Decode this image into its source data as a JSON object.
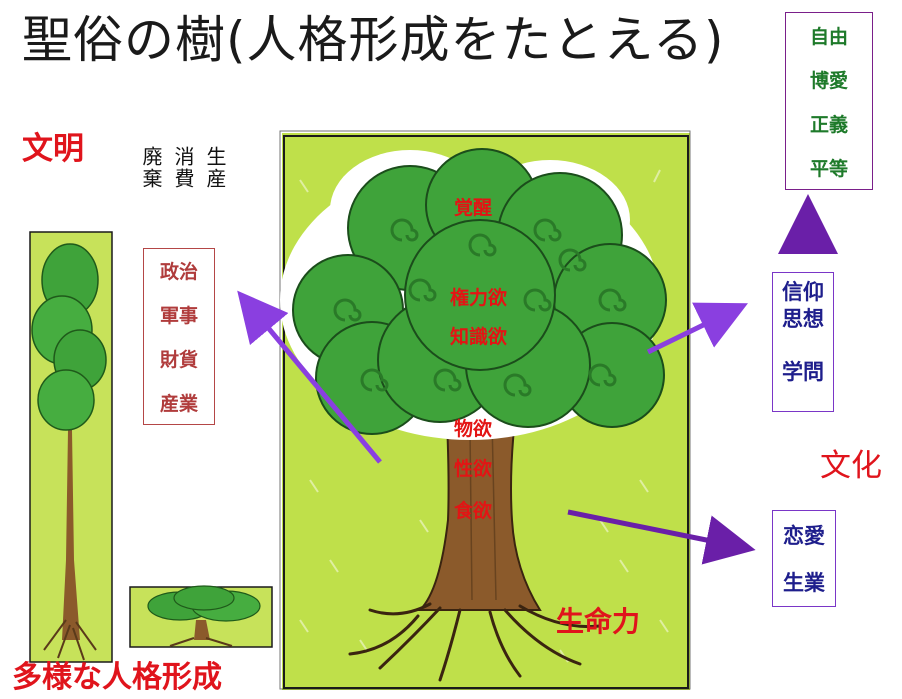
{
  "title": "聖俗の樹(人格形成をたとえる)",
  "left_heading": "文明",
  "right_heading": "文化",
  "economy_columns": [
    "生産",
    "消費",
    "廃棄"
  ],
  "civilization_box": [
    "政治",
    "軍事",
    "財貨",
    "産業"
  ],
  "values_box": [
    "自由",
    "博愛",
    "正義",
    "平等"
  ],
  "belief_box": [
    "信仰",
    "思想",
    "学問"
  ],
  "life_box": [
    "恋愛",
    "生業"
  ],
  "tree_labels": [
    "覚醒",
    "権力欲",
    "知識欲",
    "物欲",
    "性欲",
    "食欲"
  ],
  "life_force_label": "生命力",
  "bottom_caption": "多様な人格形成",
  "colors": {
    "red_text": "#e0141c",
    "arrow_purple": "#8a3fe0",
    "arrow_dark_purple": "#7a1f8a",
    "panel_green": "#bfe04a",
    "foliage_green": "#3fa33a",
    "trunk_brown": "#8b5a2b"
  },
  "icons": [
    "tree-illustration",
    "small-tree-icon",
    "wide-tree-icon",
    "arrow-up-left",
    "arrow-upright",
    "arrow-right-down",
    "arrow-up"
  ]
}
